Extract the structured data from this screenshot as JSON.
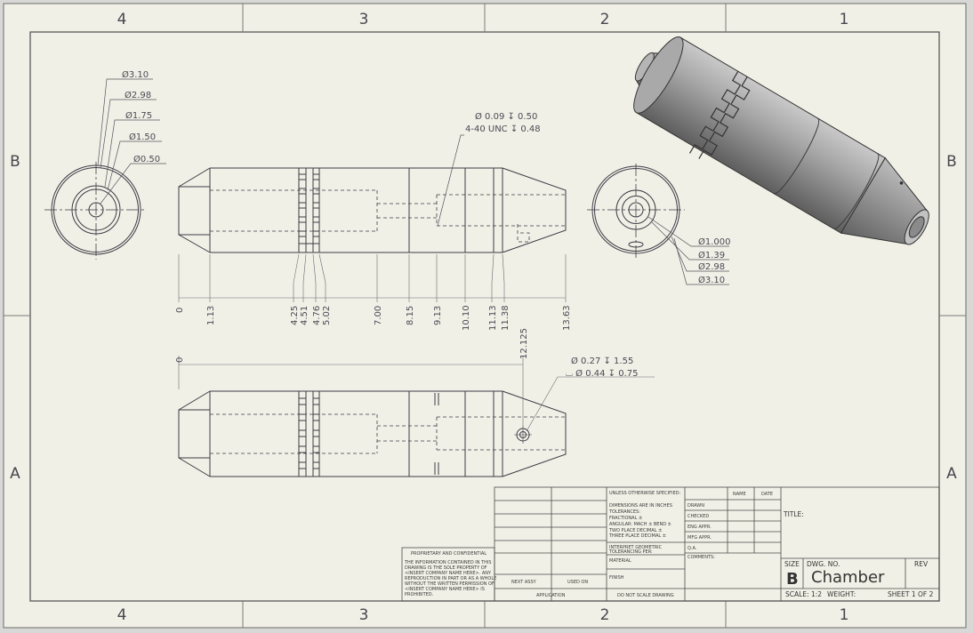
{
  "zones": {
    "columns": [
      "4",
      "3",
      "2",
      "1"
    ],
    "rows": [
      "B",
      "A"
    ]
  },
  "side_view_top": {
    "diameters": [
      "Ø3.10",
      "Ø2.98",
      "Ø1.75",
      "Ø1.50",
      "Ø0.50"
    ]
  },
  "end_view_right": {
    "diameters": [
      "Ø1.000",
      "Ø1.39",
      "Ø2.98",
      "Ø3.10"
    ]
  },
  "top_view": {
    "hole_callout": [
      "Ø 0.09 ↧ 0.50",
      "4-40 UNC  ↧ 0.48"
    ],
    "ordinates": [
      "0",
      "1.13",
      "4.25",
      "4.51",
      "4.76",
      "5.02",
      "7.00",
      "8.15",
      "9.13",
      "10.10",
      "11.13",
      "11.38",
      "13.63"
    ]
  },
  "bottom_view": {
    "origin": "0",
    "length": "12.125",
    "hole_callout": [
      "Ø 0.27 ↧ 1.55",
      "⌴ Ø 0.44 ↧ 0.75"
    ]
  },
  "title_block": {
    "col1": [
      "UNLESS OTHERWISE SPECIFIED:",
      "DIMENSIONS ARE IN INCHES",
      "TOLERANCES:",
      "FRACTIONAL ±",
      "ANGULAR: MACH ±   BEND ±",
      "TWO PLACE DECIMAL    ±",
      "THREE PLACE DECIMAL  ±",
      "INTERPRET GEOMETRIC",
      "TOLERANCING PER:",
      "MATERIAL",
      "FINISH",
      "DO NOT SCALE DRAWING"
    ],
    "next_assy": "NEXT ASSY",
    "used_on": "USED ON",
    "application": "APPLICATION",
    "name_header": "NAME",
    "date_header": "DATE",
    "rows": [
      "DRAWN",
      "CHECKED",
      "ENG APPR.",
      "MFG APPR.",
      "Q.A.",
      "COMMENTS:"
    ],
    "title_label": "TITLE:",
    "size_label": "SIZE",
    "size": "B",
    "dwg_no_label": "DWG.  NO.",
    "dwg_no": "Chamber",
    "rev_label": "REV",
    "scale": "SCALE: 1:2",
    "weight": "WEIGHT:",
    "sheet": "SHEET 1 OF 2",
    "proprietary_title": "PROPRIETARY AND CONFIDENTIAL",
    "proprietary_text": [
      "THE INFORMATION CONTAINED IN THIS",
      "DRAWING IS THE SOLE PROPERTY OF",
      "<INSERT COMPANY NAME HERE>. ANY",
      "REPRODUCTION IN PART OR AS A WHOLE",
      "WITHOUT THE WRITTEN PERMISSION OF",
      "<INSERT COMPANY NAME HERE> IS",
      "PROHIBITED."
    ]
  },
  "colors": {
    "sheet": "#f1f0e6",
    "line": "#3c3c46",
    "border": "#5a5a5a",
    "part_shade": "#8c8c8c"
  }
}
